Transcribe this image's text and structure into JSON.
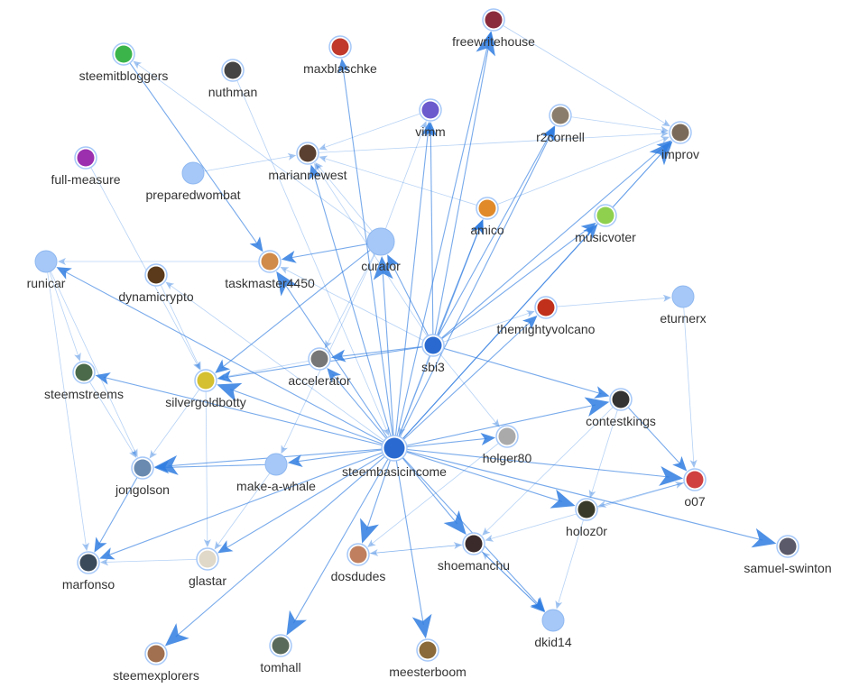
{
  "colors": {
    "edge": "#2f7de1",
    "node_default": "#a6c8f8",
    "label": "#333333"
  },
  "nodes": [
    {
      "id": "freewritehouse",
      "avatar": "#8a2c3c"
    },
    {
      "id": "steemitbloggers",
      "avatar": "#3bb54a"
    },
    {
      "id": "maxblaschke",
      "avatar": "#c0392b"
    },
    {
      "id": "nuthman",
      "avatar": "#444444"
    },
    {
      "id": "vimm",
      "avatar": "#6a5acd"
    },
    {
      "id": "r2cornell",
      "avatar": "#8b7d6b"
    },
    {
      "id": "improv",
      "avatar": "#7a6a5a"
    },
    {
      "id": "full-measure",
      "avatar": "#9b2fae"
    },
    {
      "id": "mariannewest",
      "avatar": "#5a4030"
    },
    {
      "id": "preparedwombat",
      "avatar": null
    },
    {
      "id": "amico",
      "avatar": "#e08a2a"
    },
    {
      "id": "musicvoter",
      "avatar": "#8fd14f"
    },
    {
      "id": "curator",
      "avatar": null
    },
    {
      "id": "runicar",
      "avatar": null
    },
    {
      "id": "dynamicrypto",
      "avatar": "#5a3a1a"
    },
    {
      "id": "taskmaster4450",
      "avatar": "#d08a4a"
    },
    {
      "id": "eturnerx",
      "avatar": null
    },
    {
      "id": "themightyvolcano",
      "avatar": "#c0301a"
    },
    {
      "id": "sbi3",
      "avatar": "#2a6ad0"
    },
    {
      "id": "accelerator",
      "avatar": "#777777"
    },
    {
      "id": "steemstreems",
      "avatar": "#4a6a4a"
    },
    {
      "id": "silvergoldbotty",
      "avatar": "#d4c030"
    },
    {
      "id": "contestkings",
      "avatar": "#333333"
    },
    {
      "id": "steembasicincome",
      "avatar": "#2a6ad0"
    },
    {
      "id": "holger80",
      "avatar": "#aaaaaa"
    },
    {
      "id": "make-a-whale",
      "avatar": null
    },
    {
      "id": "jongolson",
      "avatar": "#6a8ab0"
    },
    {
      "id": "o07",
      "avatar": "#d04040"
    },
    {
      "id": "holoz0r",
      "avatar": "#3a3a2a"
    },
    {
      "id": "marfonso",
      "avatar": "#3a4a5a"
    },
    {
      "id": "glastar",
      "avatar": "#e0d8c8"
    },
    {
      "id": "dosdudes",
      "avatar": "#c08060"
    },
    {
      "id": "shoemanchu",
      "avatar": "#3a2a2a"
    },
    {
      "id": "samuel-swinton",
      "avatar": "#5a5a6a"
    },
    {
      "id": "dkid14",
      "avatar": null
    },
    {
      "id": "steemexplorers",
      "avatar": "#a07050"
    },
    {
      "id": "tomhall",
      "avatar": "#5a6a5a"
    },
    {
      "id": "meesterboom",
      "avatar": "#8a6a3a"
    }
  ],
  "edges": [
    [
      "steembasicincome",
      "freewritehouse",
      3
    ],
    [
      "steembasicincome",
      "maxblaschke",
      2
    ],
    [
      "steembasicincome",
      "vimm",
      2
    ],
    [
      "steembasicincome",
      "r2cornell",
      2
    ],
    [
      "steembasicincome",
      "improv",
      3
    ],
    [
      "steembasicincome",
      "mariannewest",
      2
    ],
    [
      "steembasicincome",
      "curator",
      3
    ],
    [
      "steembasicincome",
      "amico",
      2
    ],
    [
      "steembasicincome",
      "musicvoter",
      2
    ],
    [
      "steembasicincome",
      "taskmaster4450",
      3
    ],
    [
      "steembasicincome",
      "runicar",
      2
    ],
    [
      "steembasicincome",
      "dynamicrypto",
      1
    ],
    [
      "steembasicincome",
      "themightyvolcano",
      2
    ],
    [
      "steembasicincome",
      "accelerator",
      2
    ],
    [
      "steembasicincome",
      "steemstreems",
      2
    ],
    [
      "steembasicincome",
      "silvergoldbotty",
      3
    ],
    [
      "steembasicincome",
      "contestkings",
      3
    ],
    [
      "steembasicincome",
      "holger80",
      2
    ],
    [
      "steembasicincome",
      "make-a-whale",
      2
    ],
    [
      "steembasicincome",
      "jongolson",
      3
    ],
    [
      "steembasicincome",
      "o07",
      3
    ],
    [
      "steembasicincome",
      "holoz0r",
      3
    ],
    [
      "steembasicincome",
      "marfonso",
      2
    ],
    [
      "steembasicincome",
      "glastar",
      2
    ],
    [
      "steembasicincome",
      "dosdudes",
      3
    ],
    [
      "steembasicincome",
      "shoemanchu",
      3
    ],
    [
      "steembasicincome",
      "samuel-swinton",
      3
    ],
    [
      "steembasicincome",
      "dkid14",
      2
    ],
    [
      "steembasicincome",
      "steemexplorers",
      3
    ],
    [
      "steembasicincome",
      "tomhall",
      3
    ],
    [
      "steembasicincome",
      "meesterboom",
      3
    ],
    [
      "sbi3",
      "freewritehouse",
      2
    ],
    [
      "sbi3",
      "vimm",
      2
    ],
    [
      "sbi3",
      "r2cornell",
      2
    ],
    [
      "sbi3",
      "improv",
      2
    ],
    [
      "sbi3",
      "amico",
      2
    ],
    [
      "sbi3",
      "musicvoter",
      2
    ],
    [
      "sbi3",
      "curator",
      2
    ],
    [
      "sbi3",
      "themightyvolcano",
      1
    ],
    [
      "sbi3",
      "accelerator",
      2
    ],
    [
      "sbi3",
      "silvergoldbotty",
      2
    ],
    [
      "sbi3",
      "contestkings",
      2
    ],
    [
      "sbi3",
      "holger80",
      1
    ],
    [
      "sbi3",
      "steembasicincome",
      1
    ],
    [
      "sbi3",
      "mariannewest",
      1
    ],
    [
      "sbi3",
      "taskmaster4450",
      1
    ],
    [
      "curator",
      "mariannewest",
      1
    ],
    [
      "curator",
      "taskmaster4450",
      2
    ],
    [
      "curator",
      "silvergoldbotty",
      2
    ],
    [
      "curator",
      "make-a-whale",
      1
    ],
    [
      "curator",
      "steemitbloggers",
      1
    ],
    [
      "curator",
      "accelerator",
      1
    ],
    [
      "curator",
      "vimm",
      1
    ],
    [
      "mariannewest",
      "improv",
      1
    ],
    [
      "vimm",
      "mariannewest",
      1
    ],
    [
      "preparedwombat",
      "mariannewest",
      1
    ],
    [
      "steemitbloggers",
      "taskmaster4450",
      2
    ],
    [
      "nuthman",
      "steembasicincome",
      1
    ],
    [
      "full-measure",
      "silvergoldbotty",
      1
    ],
    [
      "runicar",
      "steemstreems",
      1
    ],
    [
      "runicar",
      "marfonso",
      1
    ],
    [
      "runicar",
      "jongolson",
      1
    ],
    [
      "taskmaster4450",
      "runicar",
      1
    ],
    [
      "amico",
      "improv",
      1
    ],
    [
      "amico",
      "mariannewest",
      1
    ],
    [
      "freewritehouse",
      "improv",
      1
    ],
    [
      "r2cornell",
      "improv",
      1
    ],
    [
      "eturnerx",
      "o07",
      1
    ],
    [
      "contestkings",
      "o07",
      2
    ],
    [
      "holoz0r",
      "dkid14",
      1
    ],
    [
      "holoz0r",
      "o07",
      1
    ],
    [
      "contestkings",
      "shoemanchu",
      1
    ],
    [
      "holger80",
      "dosdudes",
      1
    ],
    [
      "shoemanchu",
      "dosdudes",
      1
    ],
    [
      "dkid14",
      "shoemanchu",
      1
    ],
    [
      "o07",
      "holoz0r",
      1
    ],
    [
      "o07",
      "shoemanchu",
      1
    ],
    [
      "jongolson",
      "marfonso",
      2
    ],
    [
      "glastar",
      "marfonso",
      1
    ],
    [
      "silvergoldbotty",
      "jongolson",
      1
    ],
    [
      "silvergoldbotty",
      "glastar",
      1
    ],
    [
      "make-a-whale",
      "jongolson",
      2
    ],
    [
      "make-a-whale",
      "glastar",
      1
    ],
    [
      "steemstreems",
      "jongolson",
      1
    ],
    [
      "accelerator",
      "silvergoldbotty",
      1
    ],
    [
      "dynamicrypto",
      "silvergoldbotty",
      1
    ],
    [
      "themightyvolcano",
      "eturnerx",
      1
    ],
    [
      "musicvoter",
      "improv",
      1
    ],
    [
      "contestkings",
      "holoz0r",
      1
    ],
    [
      "shoemanchu",
      "dkid14",
      2
    ],
    [
      "dosdudes",
      "shoemanchu",
      1
    ]
  ]
}
